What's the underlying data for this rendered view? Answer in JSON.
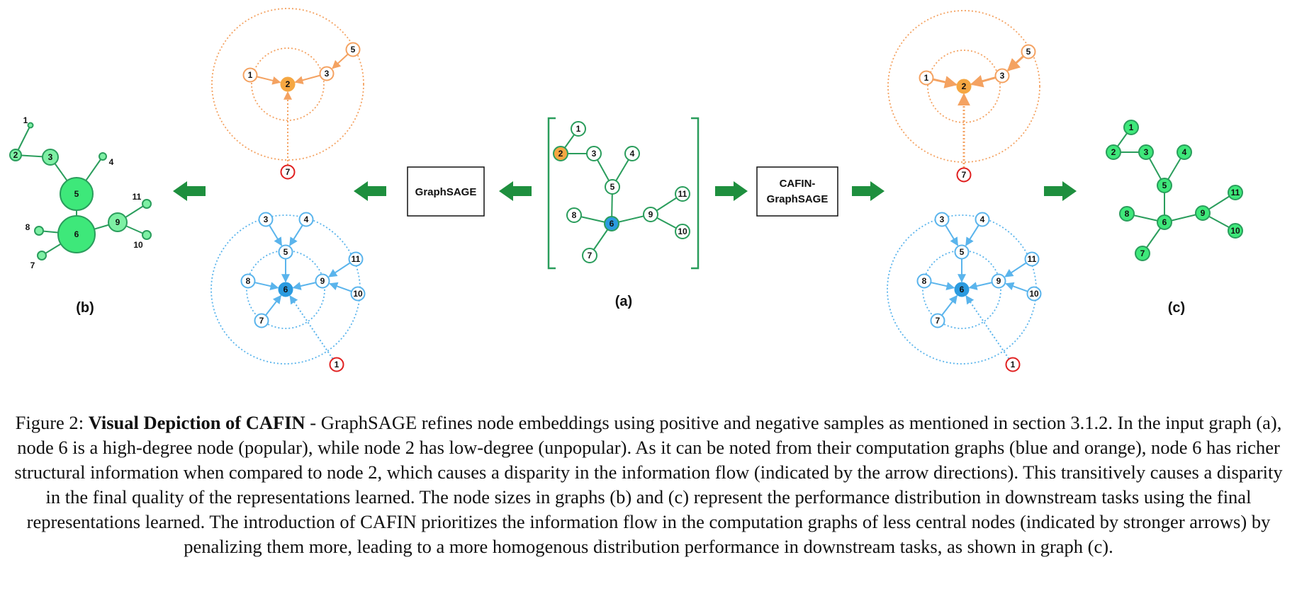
{
  "panels": {
    "a_label": "(a)",
    "b_label": "(b)",
    "c_label": "(c)"
  },
  "boxes": {
    "graphsage": "GraphSAGE",
    "cafin_line1": "CAFIN-",
    "cafin_line2": "GraphSAGE"
  },
  "graph": {
    "node_labels": [
      "1",
      "2",
      "3",
      "4",
      "5",
      "6",
      "7",
      "8",
      "9",
      "10",
      "11"
    ],
    "edges": [
      [
        "1",
        "2"
      ],
      [
        "2",
        "3"
      ],
      [
        "3",
        "5"
      ],
      [
        "4",
        "5"
      ],
      [
        "5",
        "6"
      ],
      [
        "6",
        "7"
      ],
      [
        "6",
        "8"
      ],
      [
        "6",
        "9"
      ],
      [
        "9",
        "10"
      ],
      [
        "9",
        "11"
      ]
    ]
  },
  "computation_graphs": {
    "orange": {
      "center": "2",
      "hop1": [
        "1",
        "3"
      ],
      "hop2": [
        "5"
      ],
      "negative": "7"
    },
    "blue": {
      "center": "6",
      "hop1": [
        "5",
        "7",
        "8",
        "9"
      ],
      "hop2": [
        "3",
        "4",
        "10",
        "11"
      ],
      "negative": "1"
    }
  },
  "colors": {
    "green": "#2a9d5c",
    "green_fill": "#3ee87a",
    "green_light": "#7ef0a4",
    "orange": "#f5a742",
    "orange_line": "#f4a261",
    "blue": "#2b9be0",
    "blue_line": "#5ab4ec",
    "red": "#e02020",
    "arrow_green": "#1e8f3e"
  },
  "caption": {
    "label": "Figure 2",
    "colon": ": ",
    "title": "Visual Depiction of CAFIN",
    "body": " - GraphSAGE refines node embeddings using positive and negative samples as mentioned in section 3.1.2. In the input graph (a), node 6 is a high-degree node (popular), while node 2 has low-degree (unpopular). As it can be noted from their computation graphs (blue and orange), node 6 has richer structural information when compared to node 2, which causes a disparity in the information flow (indicated by the arrow directions). This transitively causes a disparity in the final quality of the representations learned. The node sizes in graphs (b) and (c) represent the performance distribution in downstream tasks using the final representations learned. The introduction of CAFIN prioritizes the information flow in the computation graphs of less central nodes (indicated by stronger arrows) by penalizing them more, leading to a more homogenous distribution performance in downstream tasks, as shown in graph (c)."
  }
}
